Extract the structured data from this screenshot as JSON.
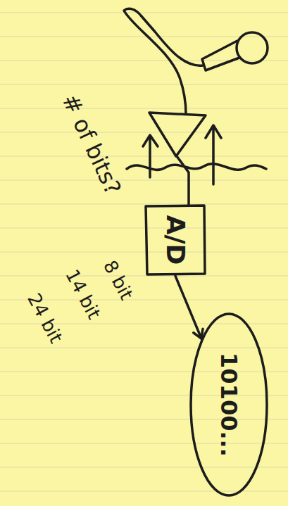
{
  "diagram": {
    "nodes": [
      {
        "text": [
          "A/D"
        ]
      },
      {
        "text": [
          "10100..."
        ]
      }
    ],
    "edges": [
      {
        "from": 0,
        "to": 1,
        "arrow": "to"
      }
    ],
    "labels": [
      "# of bits?",
      "8 bit",
      "14 bit",
      "24 bit"
    ]
  }
}
